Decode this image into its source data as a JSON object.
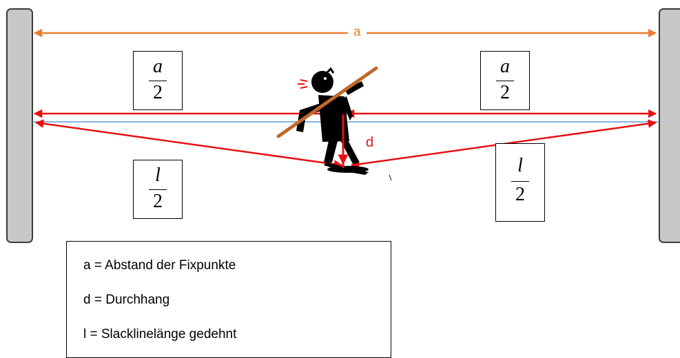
{
  "labels": {
    "a": "a",
    "d": "d"
  },
  "fractions": {
    "a_half_left": {
      "num": "a",
      "den": "2"
    },
    "a_half_right": {
      "num": "a",
      "den": "2"
    },
    "l_half_left": {
      "num": "l",
      "den": "2"
    },
    "l_half_right": {
      "num": "l",
      "den": "2"
    }
  },
  "legend": {
    "items": [
      "a = Abstand der Fixpunkte",
      "d = Durchhang",
      "l = Slacklinelänge gedehnt"
    ]
  },
  "colors": {
    "dimension_a": "#ed7d31",
    "lines": "#e81010",
    "post": "#c8c8c8",
    "rope": "#5b9bd5",
    "pole": "#c0682a"
  }
}
